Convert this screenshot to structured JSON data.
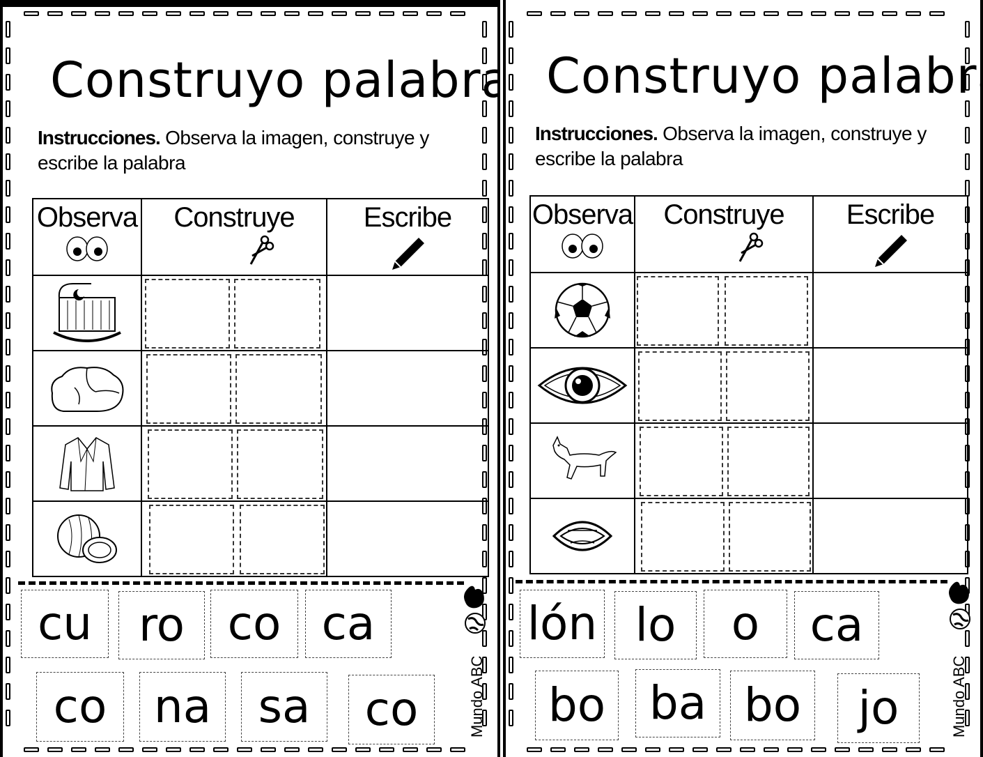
{
  "left": {
    "title": "Construyo palabras",
    "instructions_bold": "Instrucciones.",
    "instructions_rest": " Observa la imagen, construye y escribe la palabra",
    "headers": {
      "observe": "Observa",
      "build": "Construye",
      "write": "Escribe"
    },
    "pictures": [
      "cradle-image",
      "rock-image",
      "jacket-image",
      "coconut-image"
    ],
    "syllables_row1": [
      "cu",
      "ro",
      "co",
      "ca"
    ],
    "syllables_row2": [
      "co",
      "na",
      "sa",
      "co"
    ],
    "credit": "Mundo ABC"
  },
  "right": {
    "title": "Construyo palabras",
    "instructions_bold": "Instrucciones.",
    "instructions_rest": " Observa la imagen, construye y escribe la palabra",
    "headers": {
      "observe": "Observa",
      "build": "Construye",
      "write": "Escribe"
    },
    "pictures": [
      "ball-image",
      "eye-image",
      "wolf-image",
      "mouth-image"
    ],
    "syllables_row1": [
      "lón",
      "lo",
      "o",
      "ca"
    ],
    "syllables_row2": [
      "bo",
      "ba",
      "bo",
      "jo"
    ],
    "credit": "Mundo ABC"
  }
}
